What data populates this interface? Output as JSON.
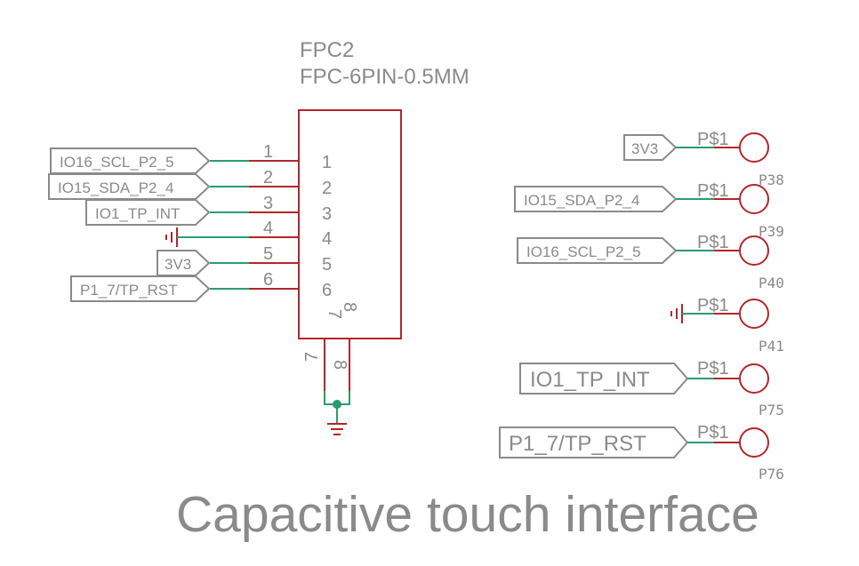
{
  "part": {
    "name": "FPC2",
    "value": "FPC-6PIN-0.5MM"
  },
  "connector_pins": [
    {
      "outer": "1",
      "inner": "1",
      "net": "IO16_SCL_P2_5"
    },
    {
      "outer": "2",
      "inner": "2",
      "net": "IO15_SDA_P2_4"
    },
    {
      "outer": "3",
      "inner": "3",
      "net": "IO1_TP_INT"
    },
    {
      "outer": "4",
      "inner": "4",
      "net": ""
    },
    {
      "outer": "5",
      "inner": "5",
      "net": "3V3"
    },
    {
      "outer": "6",
      "inner": "6",
      "net": "P1_7/TP_RST"
    }
  ],
  "bottom_pins": {
    "inner_7": "7",
    "inner_8": "8",
    "outer_7": "7",
    "outer_8": "8"
  },
  "pads": [
    {
      "pin": "P$1",
      "ref": "P38",
      "net": "3V3"
    },
    {
      "pin": "P$1",
      "ref": "P39",
      "net": "IO15_SDA_P2_4"
    },
    {
      "pin": "P$1",
      "ref": "P40",
      "net": "IO16_SCL_P2_5"
    },
    {
      "pin": "P$1",
      "ref": "P41",
      "net": ""
    },
    {
      "pin": "P$1",
      "ref": "P75",
      "net": "IO1_TP_INT"
    },
    {
      "pin": "P$1",
      "ref": "P76",
      "net": "P1_7/TP_RST"
    }
  ],
  "caption": "Capacitive touch interface",
  "colors": {
    "wire": "#2a9d6e",
    "pin": "#b3262b",
    "label": "#8a8a8a"
  }
}
